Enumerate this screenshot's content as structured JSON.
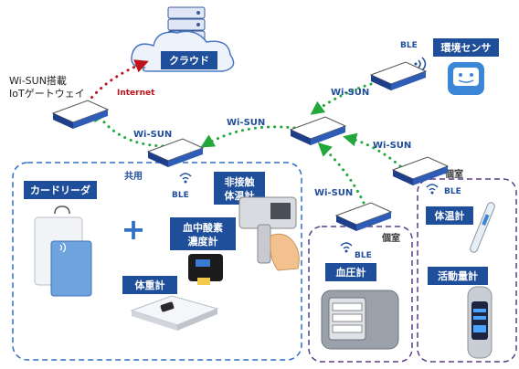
{
  "cloud": {
    "label": "クラウド"
  },
  "gateway": {
    "label_line1": "Wi-SUN搭載",
    "label_line2": "IoTゲートウェイ"
  },
  "links": {
    "internet": "Internet",
    "wisun_1": "Wi-SUN",
    "wisun_2": "Wi-SUN",
    "wisun_3": "Wi-SUN",
    "wisun_4": "Wi-SUN",
    "wisun_5": "Wi-SUN"
  },
  "env_sensor": {
    "ble": "BLE",
    "label": "環境センサ"
  },
  "shared_area": {
    "title": "共用",
    "ble": "BLE",
    "card_reader": "カードリーダ",
    "thermometer_contactless_line1": "非接触",
    "thermometer_contactless_line2": "体温計",
    "oximeter_line1": "血中酸素",
    "oximeter_line2": "濃度計",
    "scale": "体重計",
    "plus": "+"
  },
  "room_1": {
    "title": "個室",
    "ble": "BLE",
    "device": "血圧計"
  },
  "room_2": {
    "title": "個室",
    "ble": "BLE",
    "thermometer": "体温計",
    "activity_meter": "活動量計"
  },
  "colors": {
    "label_bg": "#1f4e9a",
    "wisun_dot": "#22a83a",
    "internet_dot": "#c0121a",
    "shared_border": "#2f6fc6",
    "room_border": "#5a3f86"
  }
}
